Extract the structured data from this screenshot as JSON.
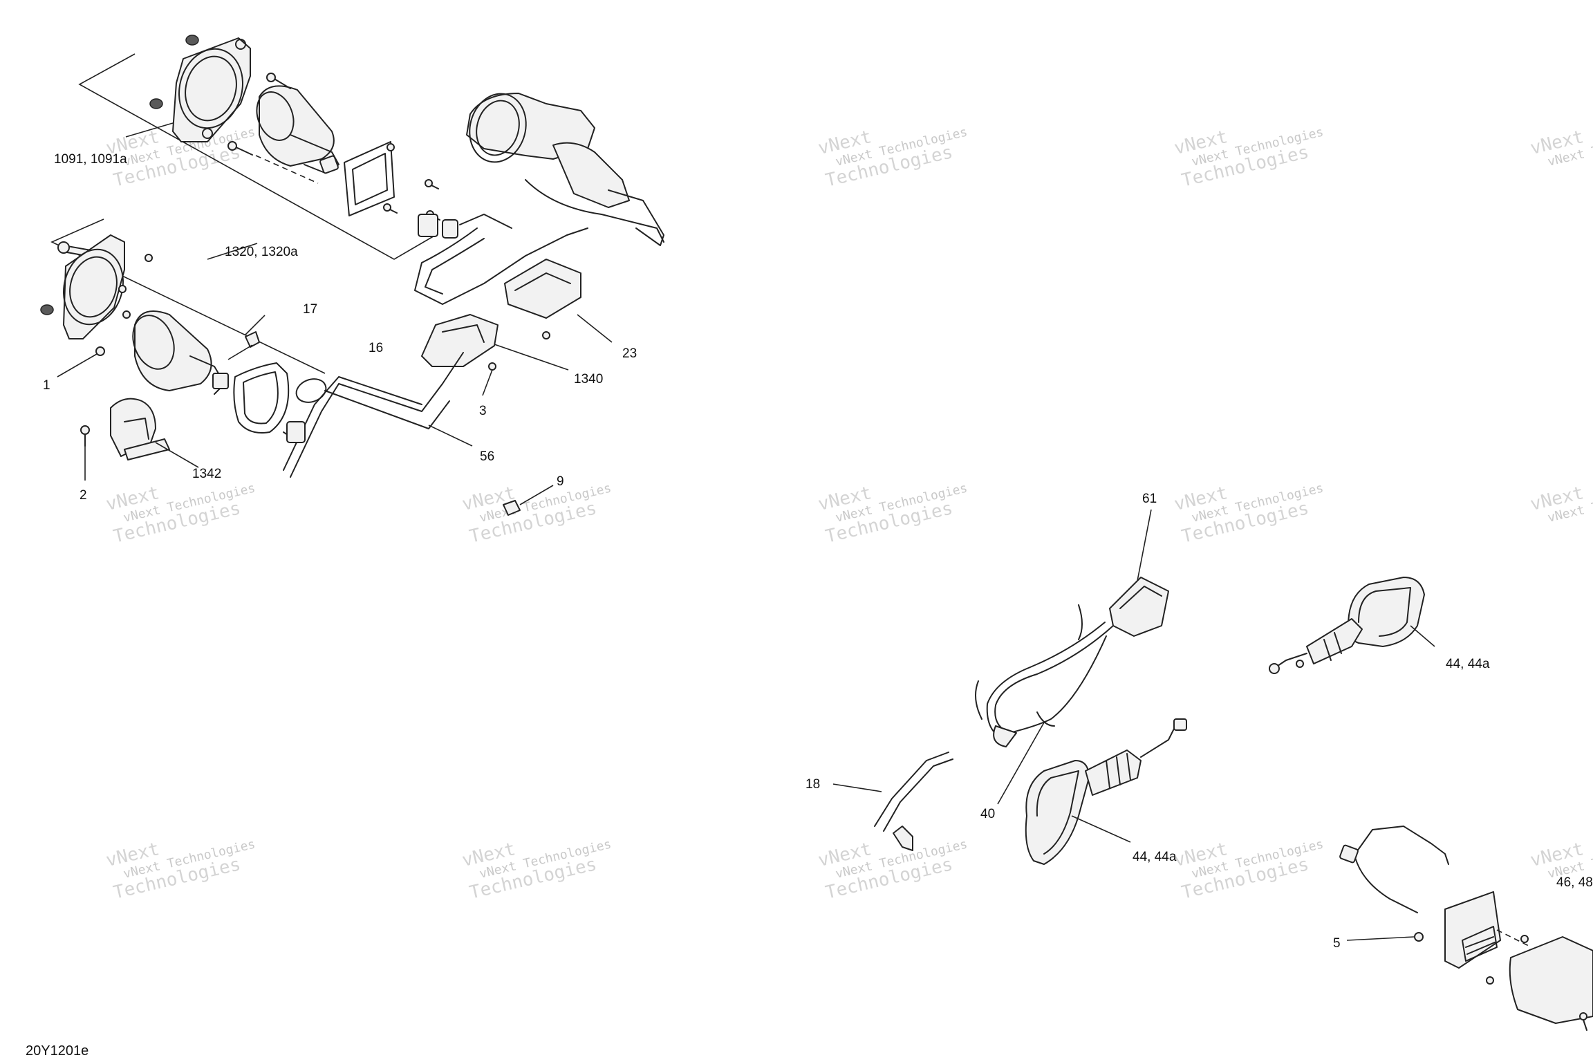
{
  "callouts": {
    "c1091": "1091, 1091a",
    "c1320": "1320, 1320a",
    "c17": "17",
    "c16": "16",
    "c1": "1",
    "c1342": "1342",
    "c2": "2",
    "c23": "23",
    "c1340": "1340",
    "c3": "3",
    "c56": "56",
    "c9": "9",
    "c61": "61",
    "c44a": "44, 44a",
    "c44b": "44, 44a",
    "c18": "18",
    "c40": "40",
    "c46": "46, 48",
    "c5": "5"
  },
  "watermark": {
    "line1": "vNext Technologies",
    "line2": "Technologies",
    "line0": "vNext"
  },
  "diagram_code": "20Y1201e"
}
